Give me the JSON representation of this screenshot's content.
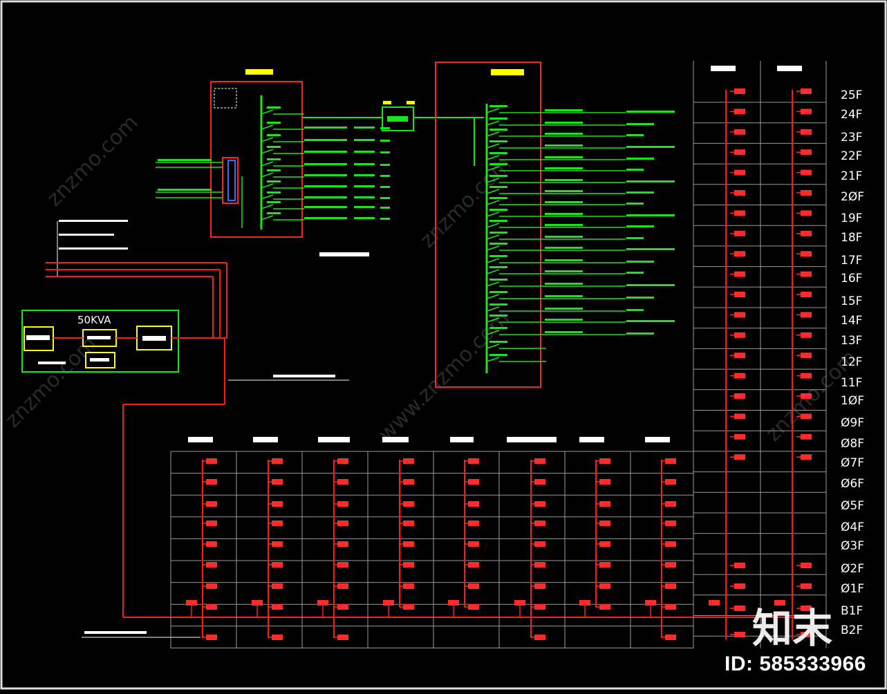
{
  "colors": {
    "background": "#000000",
    "power_line": "#ff1a1a",
    "circuit_line": "#19e619",
    "grid_line": "#9a9a9a",
    "frame_border": "#cccccc",
    "label": "#ffffff",
    "panel_label": "#ffff00",
    "device_red": "#ff2a2a"
  },
  "panels": {
    "left_panel_title": "",
    "right_panel_title": "",
    "ups_box_label": "50KVA",
    "ups_unit_label": ""
  },
  "floors": [
    "25F",
    "24F",
    "23F",
    "22F",
    "21F",
    "20F",
    "19F",
    "18F",
    "17F",
    "16F",
    "15F",
    "14F",
    "13F",
    "12F",
    "11F",
    "10F",
    "09F",
    "08F",
    "07F",
    "06F",
    "05F",
    "04F",
    "03F",
    "02F",
    "01F",
    "B1F",
    "B2F"
  ],
  "floors_display": [
    "25F",
    "24F",
    "23F",
    "22F",
    "21F",
    "2ØF",
    "19F",
    "18F",
    "17F",
    "16F",
    "15F",
    "14F",
    "13F",
    "12F",
    "11F",
    "1ØF",
    "Ø9F",
    "Ø8F",
    "Ø7F",
    "Ø6F",
    "Ø5F",
    "Ø4F",
    "Ø3F",
    "Ø2F",
    "Ø1F",
    "B1F",
    "B2F"
  ],
  "watermark": {
    "logo": "知末",
    "id": "ID: 585333966"
  },
  "icons": [
    "breaker-icon",
    "transformer-icon",
    "device-icon"
  ]
}
